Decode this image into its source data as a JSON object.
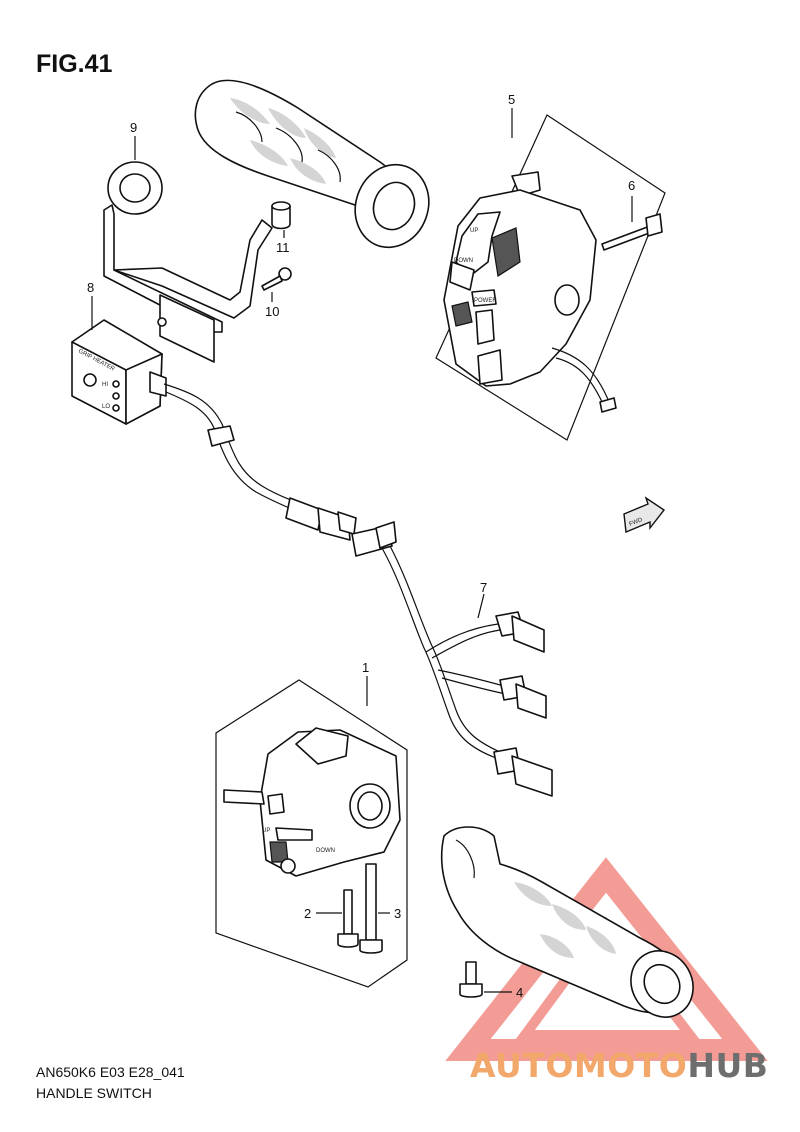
{
  "figure": {
    "title": "FIG.41",
    "model_code": "AN650K6 E03 E28_041",
    "subtitle": "HANDLE SWITCH"
  },
  "callouts": {
    "c1": "1",
    "c2": "2",
    "c3": "3",
    "c4": "4",
    "c5": "5",
    "c6": "6",
    "c7": "7",
    "c8": "8",
    "c9": "9",
    "c10": "10",
    "c11": "11"
  },
  "part_markings": {
    "grip_heater": "GRIP HEATER",
    "hi": "HI",
    "lo": "LO",
    "up": "UP",
    "down": "DOWN",
    "power": "POWER",
    "fwd": "FWD",
    "right_down": "DOWN",
    "right_up": "UP"
  },
  "watermark": {
    "part1": "AUTOMOTO",
    "part2": "HUB",
    "color1": "#f2a76b",
    "color2": "#6e6e6e",
    "triangle_color": "#f07a72"
  }
}
